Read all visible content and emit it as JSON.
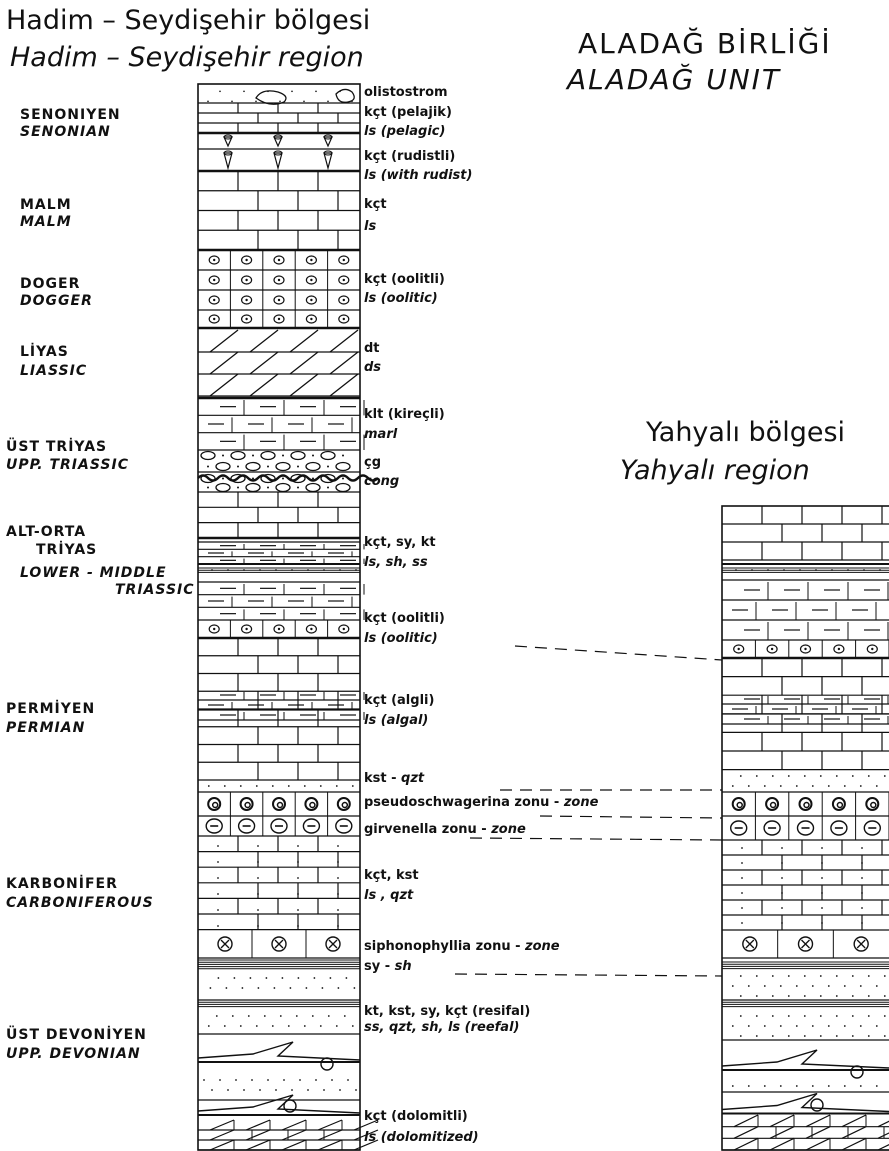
{
  "headings": {
    "left_tr": "Hadim – Seydişehir bölgesi",
    "left_en": "Hadim – Seydişehir region",
    "unit_tr": "ALADAĞ BİRLİĞİ",
    "unit_en": "ALADAĞ UNIT",
    "right_tr": "Yahyalı bölgesi",
    "right_en": "Yahyalı region"
  },
  "ages": {
    "senoniyen": "SENONIYEN",
    "senonian": "SENONIAN",
    "malm_tr": "MALM",
    "malm_en": "MALM",
    "doger": "DOGER",
    "dogger": "DOGGER",
    "liyas": "LİYAS",
    "liassic": "LIASSIC",
    "ust_triyas": "ÜST TRİYAS",
    "upp_triassic": "UPP. TRIASSIC",
    "alt_orta_1": "ALT-ORTA",
    "alt_orta_2": "TRİYAS",
    "lower_middle_1": "LOWER - MIDDLE",
    "lower_middle_2": "TRIASSIC",
    "permiyen": "PERMİYEN",
    "permian": "PERMIAN",
    "karbonifer": "KARBONİFER",
    "carboniferous": "CARBONIFEROUS",
    "ust_devoniyen": "ÜST DEVONİYEN",
    "upp_devonian": "UPP. DEVONIAN"
  },
  "lith": {
    "olistostrom": "olistostrom",
    "kct_pelajik": "kçt (pelajik)",
    "ls_pelagic": "ls (pelagic)",
    "kct_rudistli": "kçt (rudistli)",
    "ls_with_rudist": "ls (with rudist)",
    "malm_kct": "kçt",
    "malm_ls": "ls",
    "kct_oolitli_1": "kçt (oolitli)",
    "ls_oolitic_1": "ls (oolitic)",
    "dt": "dt",
    "ds": "ds",
    "klt_kirecli": "klt (kireçli)",
    "marl": "marl",
    "cg": "çg",
    "cong": "cong",
    "kct_sy_kt": "kçt, sy, kt",
    "ls_sh_ss": "ls, sh, ss",
    "kct_oolitli_2": "kçt (oolitli)",
    "ls_oolitic_2": "ls (oolitic)",
    "kct_algli": "kçt (algli)",
    "ls_algal": "ls (algal)",
    "kst_qzt_tr": "kst - ",
    "kst_qzt_en": "qzt",
    "pseudo_tr": "pseudoschwagerina zonu - ",
    "pseudo_en": "zone",
    "girv_tr": "girvenella zonu - ",
    "girv_en": "zone",
    "kct_kst": "kçt, kst",
    "ls_qzt": "ls , qzt",
    "sipho_tr": "siphonophyllia zonu - ",
    "sipho_en": "zone",
    "sy_sh_tr": "sy - ",
    "sy_sh_en": "sh",
    "kt_kst_tr": "kt, kst, sy, kçt (resifal)",
    "ss_qzt_en": "ss, qzt, sh, ls (reefal)",
    "kct_dolomitli": "kçt (dolomitli)",
    "ls_dolomitized": "ls (dolomitized)"
  }
}
